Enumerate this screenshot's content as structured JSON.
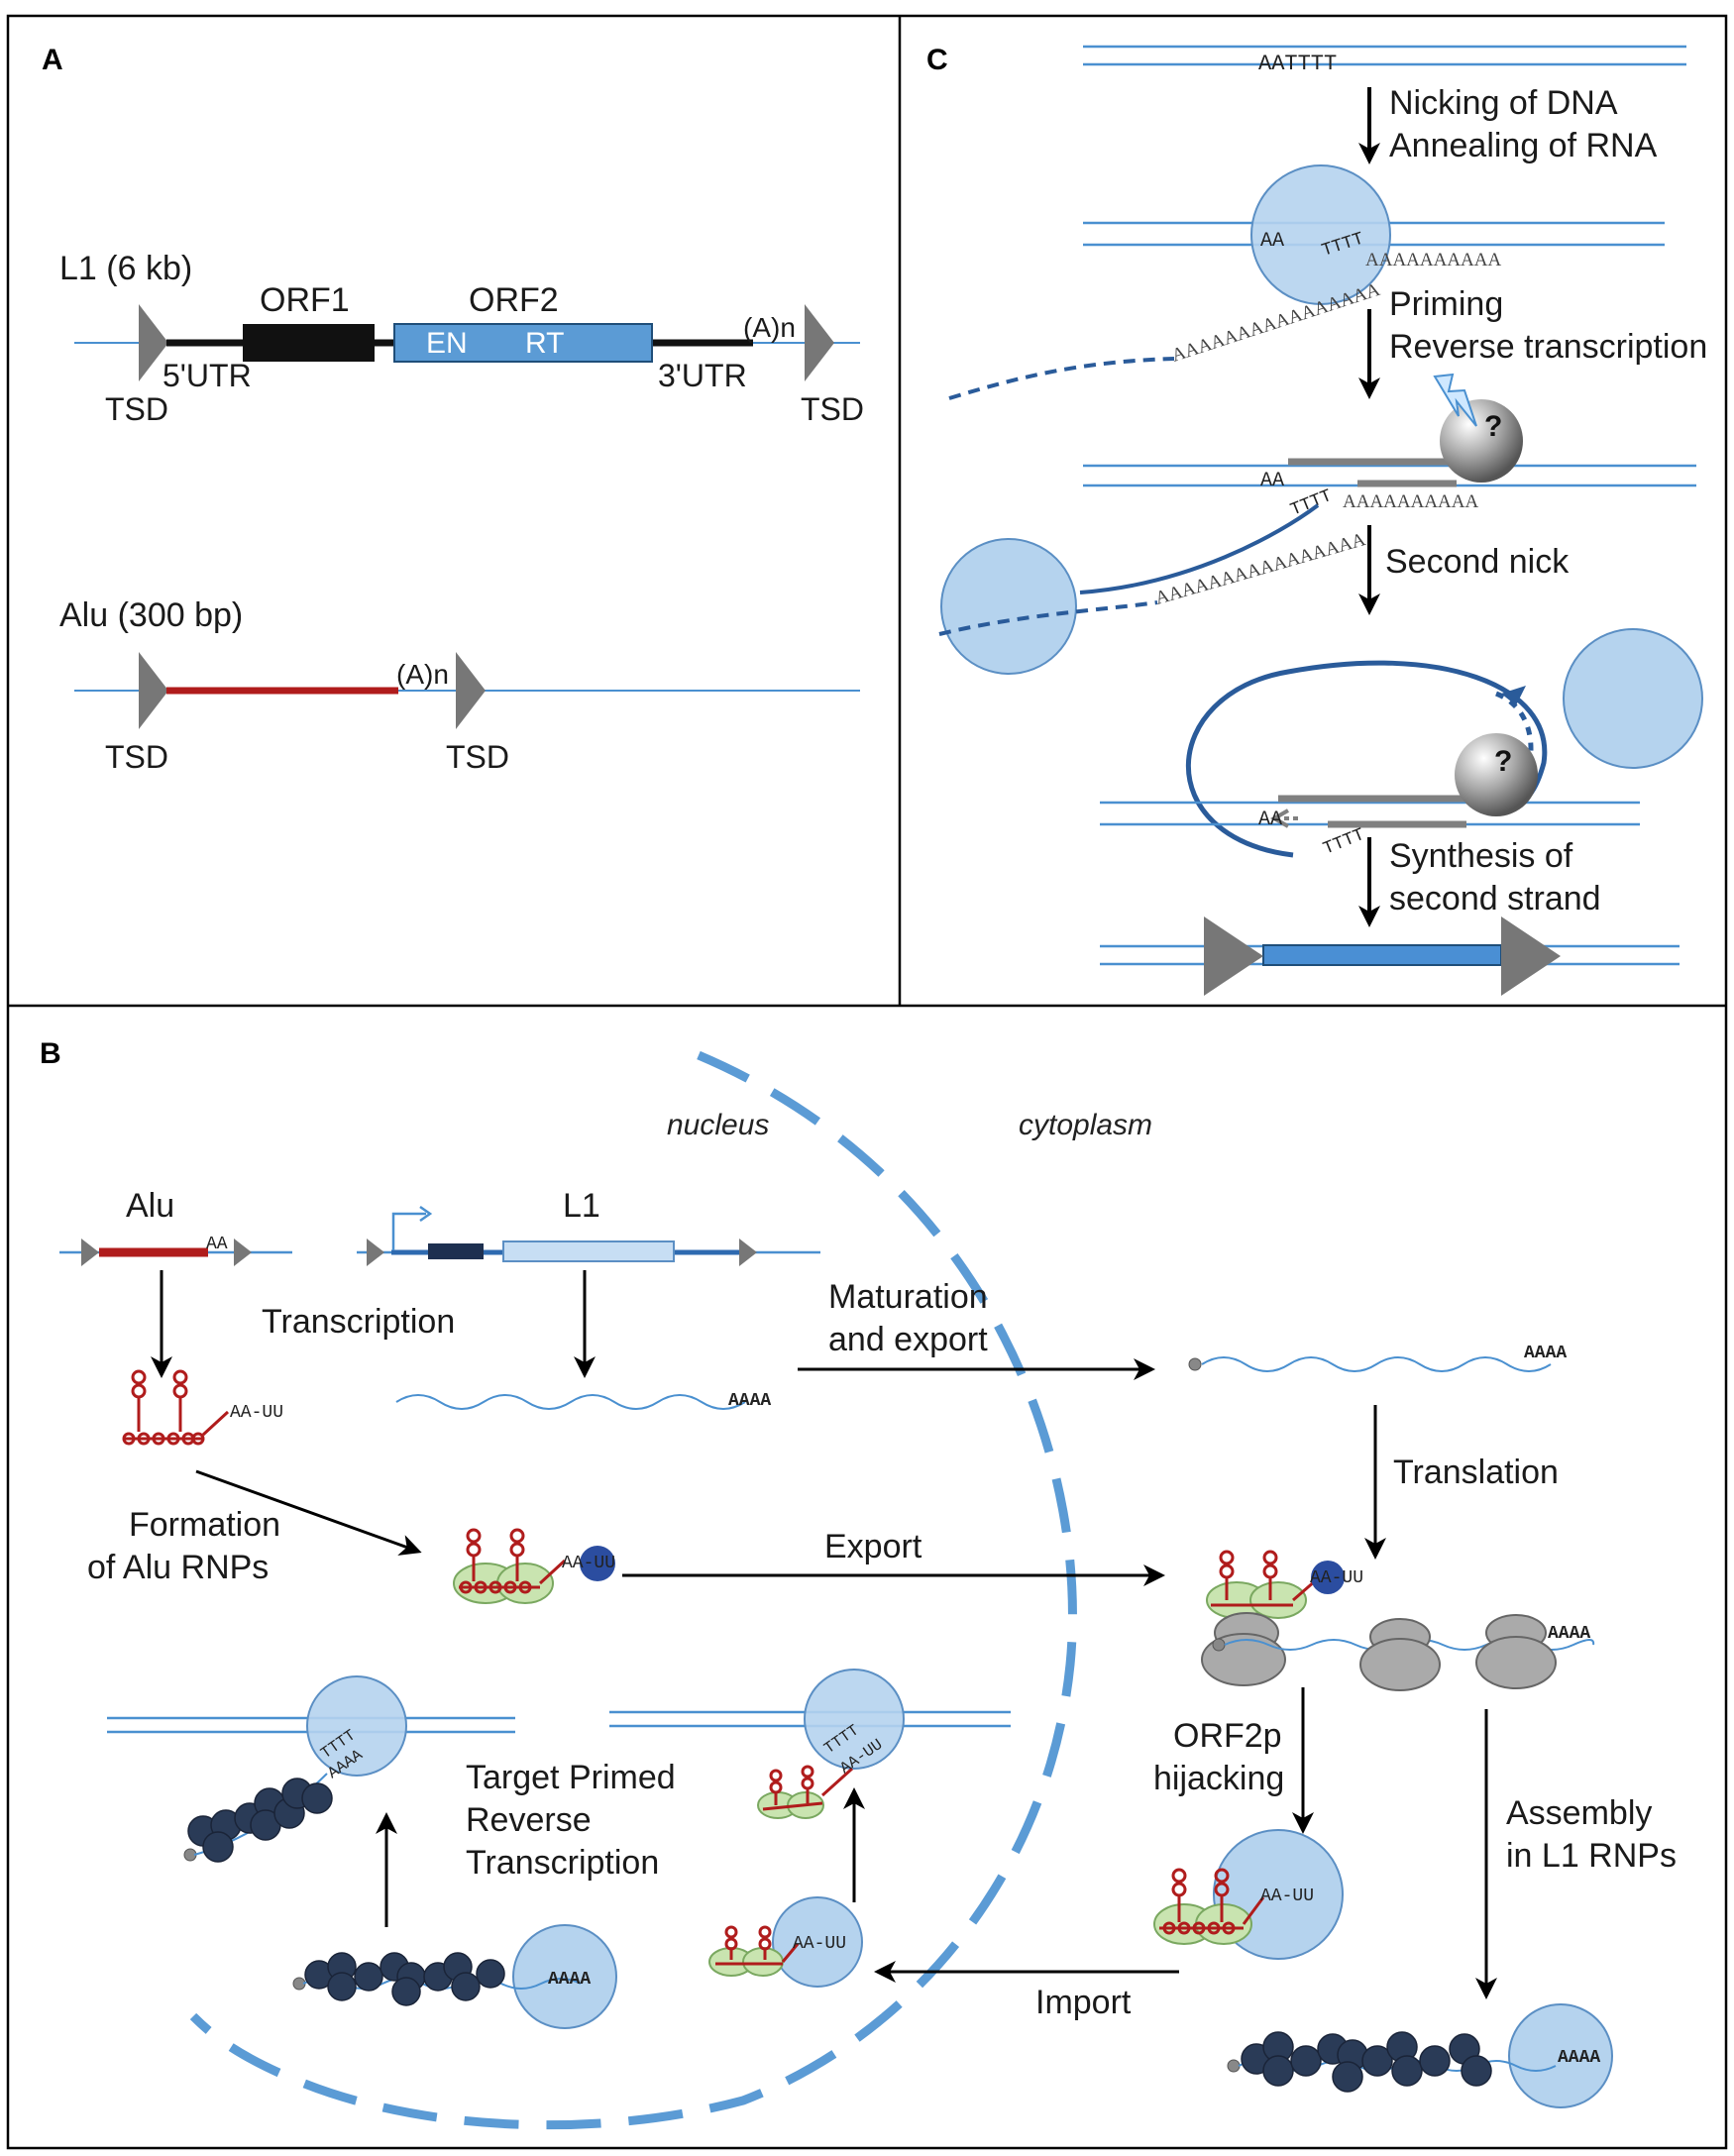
{
  "panels": {
    "a": "A",
    "b": "B",
    "c": "C"
  },
  "panel_a": {
    "l1_title": "L1 (6 kb)",
    "orf1": "ORF1",
    "orf2": "ORF2",
    "en": "EN",
    "rt": "RT",
    "polyA": "(A)n",
    "utr5": "5'UTR",
    "utr3": "3'UTR",
    "tsd_left": "TSD",
    "tsd_right": "TSD",
    "alu_title": "Alu (300 bp)",
    "alu_polyA": "(A)n",
    "alu_tsd_left": "TSD",
    "alu_tsd_right": "TSD"
  },
  "panel_c": {
    "seq_top": "AATTTT",
    "step1_line1": "Nicking of DNA",
    "step1_line2": "Annealing of RNA",
    "aa1": "AA",
    "tttt1": "TTTT",
    "polyA_1a": "AAAAAAAAAAAAAAAA",
    "polyA_1b": "AAAAAAAAAA",
    "step2_line1": "Priming",
    "step2_line2": "Reverse transcription",
    "q1": "?",
    "aa2": "AA",
    "tttt2": "TTTT",
    "polyA_2a": "AAAAAAAAAAAAAAAA",
    "polyA_2b": "AAAAAAAAAA",
    "step3": "Second nick",
    "q2": "?",
    "aa3": "AA",
    "tttt3": "TTTT",
    "step4_line1": "Synthesis of",
    "step4_line2": "second strand"
  },
  "panel_b": {
    "nucleus": "nucleus",
    "cytoplasm": "cytoplasm",
    "alu": "Alu",
    "alu_aa": "AA",
    "l1": "L1",
    "transcription": "Transcription",
    "aaaa_nuc": "AAAA",
    "alu_rna_tail": "AA-UU",
    "maturation_line1": "Maturation",
    "maturation_line2": "and export",
    "aaaa_cyto": "AAAA",
    "translation": "Translation",
    "formation_line1": "Formation",
    "formation_line2": "of  Alu RNPs",
    "rnp_tail": "AA-UU",
    "export": "Export",
    "ribo_tail": "AA-UU",
    "aaaa_ribo": "AAAA",
    "orf2p_line1": "ORF2p",
    "orf2p_line2": "hijacking",
    "hijack_tail": "AA-UU",
    "assembly_line1": "Assembly",
    "assembly_line2": "in  L1 RNPs",
    "aaaa_l1rnp": "AAAA",
    "import": "Import",
    "import_tail": "AA-UU",
    "aaaa_import": "AAAA",
    "tprt_line1": "Target Primed",
    "tprt_line2": "Reverse",
    "tprt_line3": "Transcription",
    "tprt_left_t": "TTTT",
    "tprt_left_a": "AAAA",
    "tprt_right_t": "TTTT",
    "tprt_right_tail": "AA-UU"
  },
  "colors": {
    "dna": "#4a90d0",
    "orf1": "#111111",
    "orf2": "#5b9bd5",
    "alu": "#b01c1c",
    "bubble": "#b5d3ee",
    "bubble_edge": "#5b8fc4",
    "tsd": "#777777",
    "l1rnp": "#2a3b57",
    "rnp_green": "#c9e4b0",
    "srp": "#2b4da0"
  }
}
